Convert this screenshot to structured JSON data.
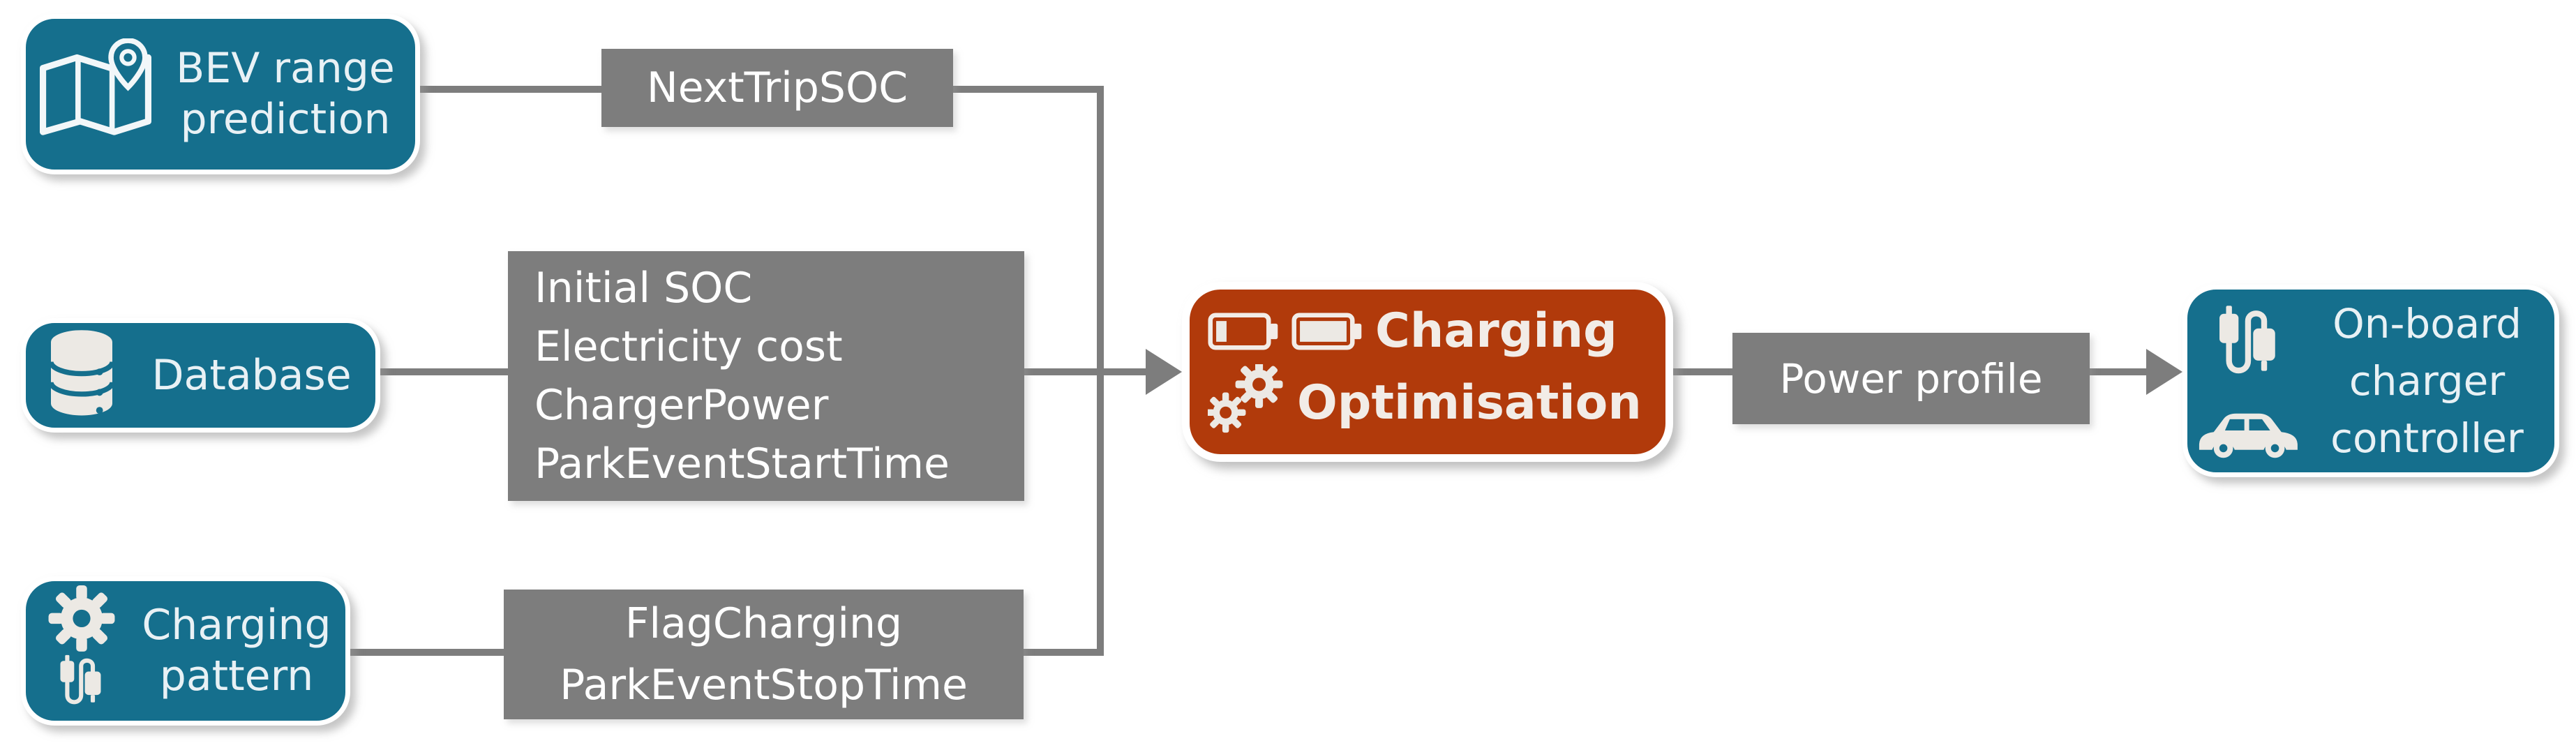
{
  "nodes": {
    "bev_range_prediction": {
      "lines": [
        "BEV range",
        "prediction"
      ]
    },
    "database": {
      "lines": [
        "Database"
      ]
    },
    "charging_pattern": {
      "lines": [
        "Charging",
        "pattern"
      ]
    },
    "charging_optimisation": {
      "lines": [
        "Charging",
        "Optimisation"
      ]
    },
    "onboard_charger_controller": {
      "lines": [
        "On-board",
        "charger",
        "controller"
      ]
    }
  },
  "edge_labels": {
    "next_trip_soc": {
      "lines": [
        "NextTripSOC"
      ]
    },
    "database_outputs": {
      "lines": [
        "Initial SOC",
        "Electricity cost",
        "ChargerPower",
        "ParkEventStartTime"
      ]
    },
    "charging_pattern_outputs": {
      "lines": [
        "FlagCharging",
        "ParkEventStopTime"
      ]
    },
    "power_profile": {
      "lines": [
        "Power profile"
      ]
    }
  },
  "icons": {
    "bev_range_prediction": "map-with-pin-icon",
    "database": "database-cylinder-icon",
    "charging_pattern": [
      "gear-icon",
      "charging-cable-icon"
    ],
    "charging_optimisation": [
      "battery-low-icon",
      "battery-full-icon",
      "gears-icon"
    ],
    "onboard_charger_controller": [
      "charging-cable-icon",
      "car-icon"
    ]
  },
  "colors": {
    "node_fill_teal": "#156f8d",
    "node_fill_red": "#b13a0b",
    "connector_gray": "#7d7d7d",
    "label_box_gray": "#7d7d7d",
    "node_border": "#ffffff",
    "teal_node_text": "#e8f1f5",
    "label_text": "#ffffff",
    "icon_fill": "#ece9e4"
  }
}
